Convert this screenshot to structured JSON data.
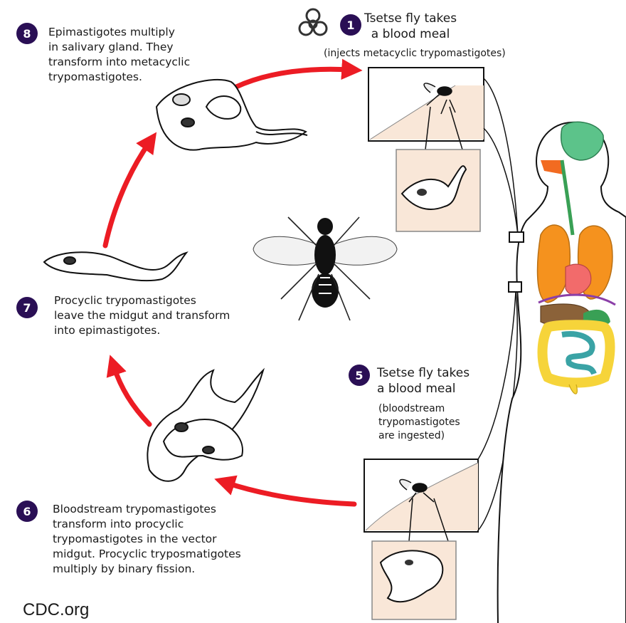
{
  "colors": {
    "arrow": "#ec1c24",
    "badge": "#2a0f55",
    "skin": "#f9e7d8",
    "brain": "#5cc38a",
    "lungs": "#f5921e",
    "heart": "#f26b6b",
    "stomach": "#8b6239",
    "small_intestine": "#3aa3a5",
    "large_intestine": "#f6d43a",
    "diaphragm": "#8b3fa8",
    "esophagus": "#39a055",
    "nasal": "#f26b21"
  },
  "steps": [
    {
      "number": "1",
      "title_line1": "Tsetse fly takes",
      "title_line2": "a blood meal",
      "note": "(injects metacyclic trypomastigotes)",
      "icon": "biohazard-icon"
    },
    {
      "number": "5",
      "title_line1": "Tsetse fly takes",
      "title_line2": "a blood meal",
      "note_line1": "(bloodstream",
      "note_line2": "trypomastigotes",
      "note_line3": "are ingested)"
    },
    {
      "number": "6",
      "line1": "Bloodstream trypomastigotes",
      "line2": "transform into procyclic",
      "line3": "trypomastigotes in the vector",
      "line4": "midgut. Procyclic tryposmatigotes",
      "line5": "multiply by binary fission."
    },
    {
      "number": "7",
      "line1": "Procyclic trypomastigotes",
      "line2": "leave the midgut and transform",
      "line3": "into epimastigotes."
    },
    {
      "number": "8",
      "line1": "Epimastigotes multiply",
      "line2": "in salivary gland. They",
      "line3": "transform into metacyclic",
      "line4": "trypomastigotes."
    }
  ],
  "credit": "CDC.org"
}
